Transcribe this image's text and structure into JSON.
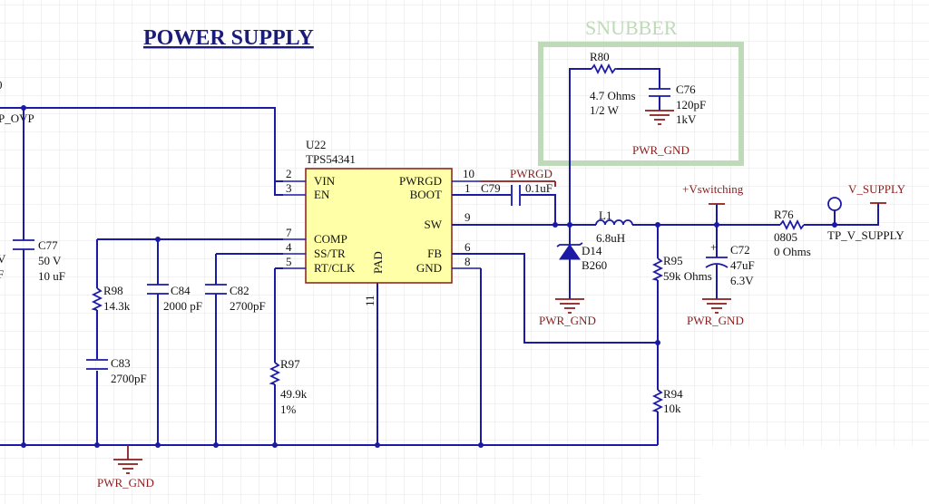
{
  "title": "POWER SUPPLY",
  "snubber": {
    "title": "SNUBBER"
  },
  "left_edge": {
    "clipped_top": "0",
    "net": "P_OVP",
    "clipped_mid": "V",
    "clipped_low": "F"
  },
  "ic": {
    "ref": "U22",
    "part": "TPS54341",
    "pins": {
      "vin": {
        "num": "2",
        "name": "VIN"
      },
      "en": {
        "num": "3",
        "name": "EN"
      },
      "comp": {
        "num": "7",
        "name": "COMP"
      },
      "sstr": {
        "num": "4",
        "name": "SS/TR"
      },
      "rtclk": {
        "num": "5",
        "name": "RT/CLK"
      },
      "pwrgd": {
        "num": "10",
        "name": "PWRGD"
      },
      "boot": {
        "num": "1",
        "name": "BOOT"
      },
      "sw": {
        "num": "9",
        "name": "SW"
      },
      "fb": {
        "num": "6",
        "name": "FB"
      },
      "gnd": {
        "num": "8",
        "name": "GND"
      },
      "pad": {
        "num": "11",
        "name": "PAD"
      }
    }
  },
  "nets": {
    "pwrgd": "PWRGD",
    "vswitching": "+Vswitching",
    "v_supply": "V_SUPPLY",
    "tp_v_supply": "TP_V_SUPPLY"
  },
  "components": {
    "c77": {
      "ref": "C77",
      "v1": "50 V",
      "v2": "10 uF"
    },
    "r98": {
      "ref": "R98",
      "v1": "14.3k"
    },
    "c83": {
      "ref": "C83",
      "v1": "2700pF"
    },
    "c84": {
      "ref": "C84",
      "v1": "2000 pF"
    },
    "c82": {
      "ref": "C82",
      "v1": "2700pF"
    },
    "r97": {
      "ref": "R97",
      "v1": "49.9k",
      "v2": "1%"
    },
    "c79": {
      "ref": "C79",
      "v1": "0.1uF"
    },
    "r80": {
      "ref": "R80",
      "v1": "4.7 Ohms",
      "v2": "1/2 W"
    },
    "c76": {
      "ref": "C76",
      "v1": "120pF",
      "v2": "1kV"
    },
    "d14": {
      "ref": "D14",
      "v1": "B260"
    },
    "l1": {
      "ref": "L1",
      "v1": "6.8uH"
    },
    "r95": {
      "ref": "R95",
      "v1": "59k Ohms"
    },
    "c72": {
      "ref": "C72",
      "v1": "47uF",
      "v2": "6.3V"
    },
    "r76": {
      "ref": "R76",
      "v1": "0805",
      "v2": "0 Ohms"
    },
    "r94": {
      "ref": "R94",
      "v1": "10k"
    }
  },
  "grounds": {
    "pwr_gnd": "PWR_GND"
  }
}
